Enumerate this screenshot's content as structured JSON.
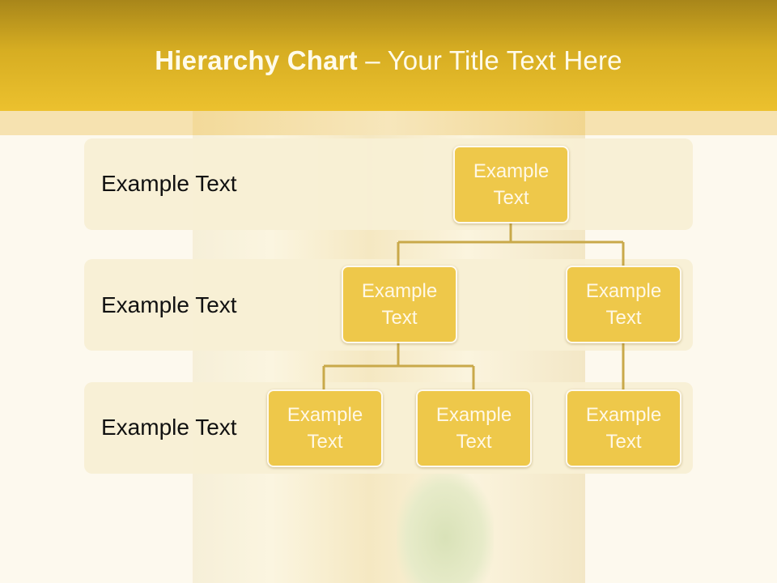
{
  "slide": {
    "title_bold": "Hierarchy Chart",
    "title_rest": " – Your Title Text Here"
  },
  "rows": [
    {
      "label": "Example Text"
    },
    {
      "label": "Example Text"
    },
    {
      "label": "Example Text"
    }
  ],
  "nodes": {
    "root": "Example Text",
    "level2_left": "Example Text",
    "level2_right": "Example Text",
    "level3_a": "Example Text",
    "level3_b": "Example Text",
    "level3_c": "Example Text"
  },
  "colors": {
    "header": "#d6ad22",
    "node_fill": "#eec84a",
    "connector": "#c9a94a",
    "row_panel": "#f8efd4"
  }
}
